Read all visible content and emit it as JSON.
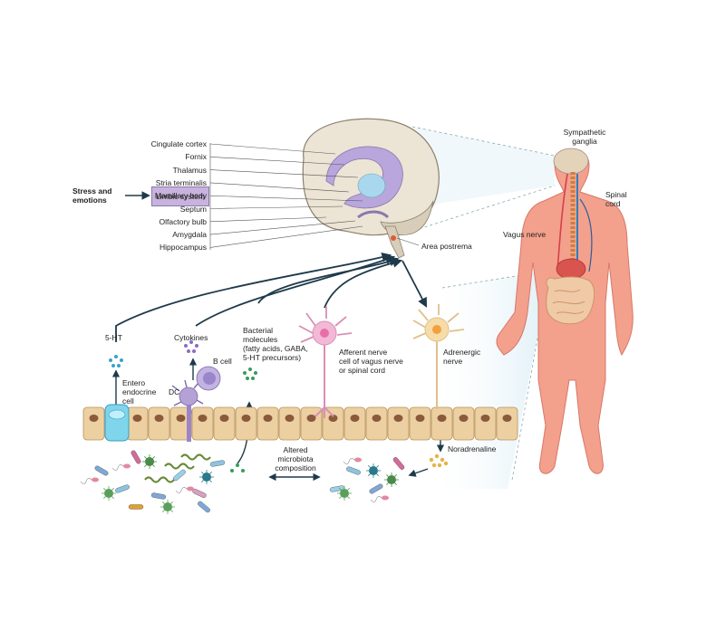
{
  "stress": "Stress and\nemotions",
  "limbic": "Limbic system",
  "brain_labels": [
    "Cingulate cortex",
    "Fornix",
    "Thalamus",
    "Stria terminalis",
    "Mamillary body",
    "Septum",
    "Olfactory bulb",
    "Amygdala",
    "Hippocampus"
  ],
  "area_postrema": "Area postrema",
  "body_labels": {
    "sympathetic": "Sympathetic\nganglia",
    "spinal": "Spinal\ncord",
    "vagus": "Vagus nerve"
  },
  "gut_labels": {
    "ht": "5-HT",
    "cytokines": "Cytokines",
    "bacterial": "Bacterial\nmolecules\n(fatty acids, GABA,\n5-HT precursors)",
    "bcell": "B cell",
    "dc": "DC",
    "entero": "Entero\nendocrine\ncell",
    "afferent": "Afferent nerve\ncell of vagus nerve\nor spinal cord",
    "adrenergic": "Adrenergic\nnerve",
    "noradrenaline": "Noradrenaline",
    "altered": "Altered\nmicrobiota\ncomposition"
  },
  "colors": {
    "arrow": "#1e3a4a",
    "limbic_fill": "#c7b3dd",
    "brain_fill": "#ece4d4",
    "limbic_structure": "#b9a6dc",
    "body_fill": "#f3a08c",
    "gut_cell": "#ecd0a2",
    "nucleus": "#8b5a3c",
    "entero_cell": "#7fd6ec",
    "afferent_neuron": "#f2b9d6",
    "adrenergic_neuron": "#f5dca8"
  }
}
